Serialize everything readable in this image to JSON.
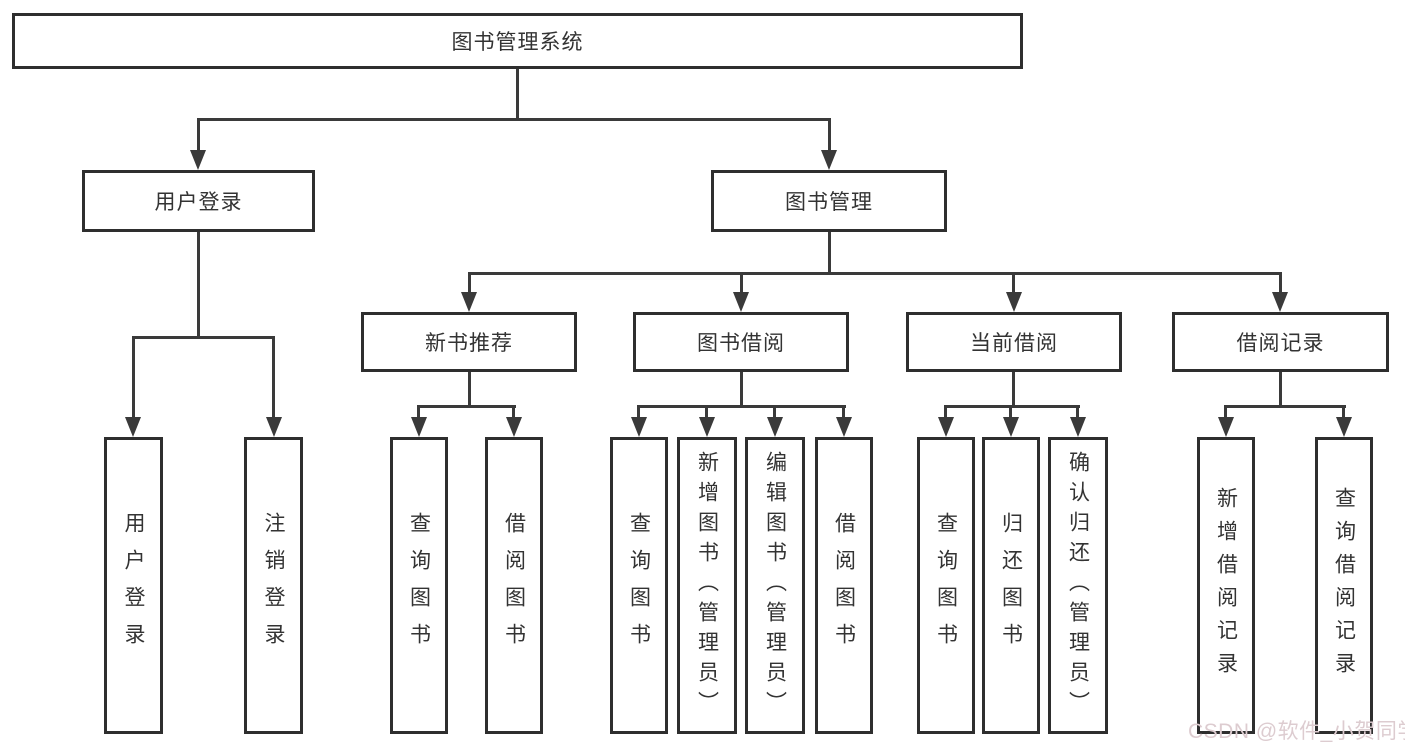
{
  "diagram": {
    "title": "图书管理系统",
    "nodes": {
      "root": "图书管理系统",
      "user": "用户登录",
      "book": "图书管理",
      "newrec": "新书推荐",
      "borrow": "图书借阅",
      "current": "当前借阅",
      "records": "借阅记录",
      "u1": "用户登录",
      "u2": "注销登录",
      "n1": "查询图书",
      "n2": "借阅图书",
      "b1": "查询图书",
      "b2": "新增图书（管理员）",
      "b3": "编辑图书（管理员）",
      "b4": "借阅图书",
      "c1": "查询图书",
      "c2": "归还图书",
      "c3": "确认归还（管理员）",
      "r1": "新增借阅记录",
      "r2": "查询借阅记录"
    },
    "colors": {
      "line": "#3a3a3a",
      "border": "#2e2e2e",
      "text": "#333333",
      "watermark": "#ddccd0"
    },
    "watermark": "CSDN @软件_小贺同学"
  }
}
